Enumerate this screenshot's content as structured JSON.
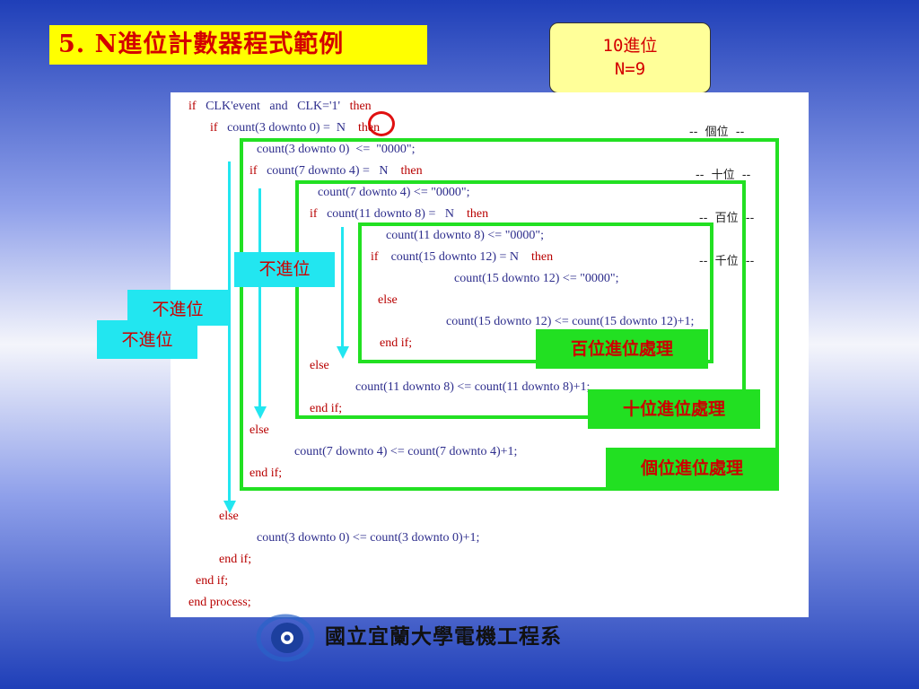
{
  "slide_title": "5. N進位計數器程式範例",
  "callout": {
    "line1": "10進位",
    "line2": "N=9"
  },
  "code": {
    "l1": "if  CLK'event  and  CLK='1'  then",
    "l2a": "if  count(3 downto 0) = ",
    "l2n": "N",
    "l2b": "  then",
    "l3": "count(3 downto 0)  <=  \"0000\";",
    "l4": "if  count(7 downto 4) =  N  then",
    "l5": "count(7 downto 4) <= \"0000\";",
    "l6": "if  count(11 downto 8) =  N  then",
    "l7": "count(11 downto 8) <= \"0000\";",
    "l8": "if  count(15 downto 12) = N  then",
    "l9": "count(15 downto 12) <= \"0000\";",
    "l10": "else",
    "l11": "count(15 downto 12) <= count(15 downto 12)+1;",
    "l12": "end if;",
    "l13": "else",
    "l14": "count(11 downto 8) <= count(11 downto 8)+1;",
    "l15": "end if;",
    "l16": "else",
    "l17": "count(7 downto 4) <= count(7 downto 4)+1;",
    "l18": "end if;",
    "l19": "else",
    "l20": "count(3 downto 0) <= count(3 downto 0)+1;",
    "l21": "end if;",
    "l22": "end if;",
    "l23": "end process;"
  },
  "comments": {
    "ones": "--  個位  --",
    "tens": "--  十位  --",
    "hundreds": "--  百位  --",
    "thousands": "--  千位  --"
  },
  "labels": {
    "no_carry": "不進位",
    "hundreds_carry": "百位進位處理",
    "tens_carry": "十位進位處理",
    "ones_carry": "個位進位處理"
  },
  "footer": "國立宜蘭大學電機工程系",
  "colors": {
    "highlight_box": "#22e022",
    "arrow": "#22e6f0",
    "keyword": "#b80000",
    "title_bg": "#ffff00"
  },
  "icons": [
    "university-logo-icon"
  ]
}
